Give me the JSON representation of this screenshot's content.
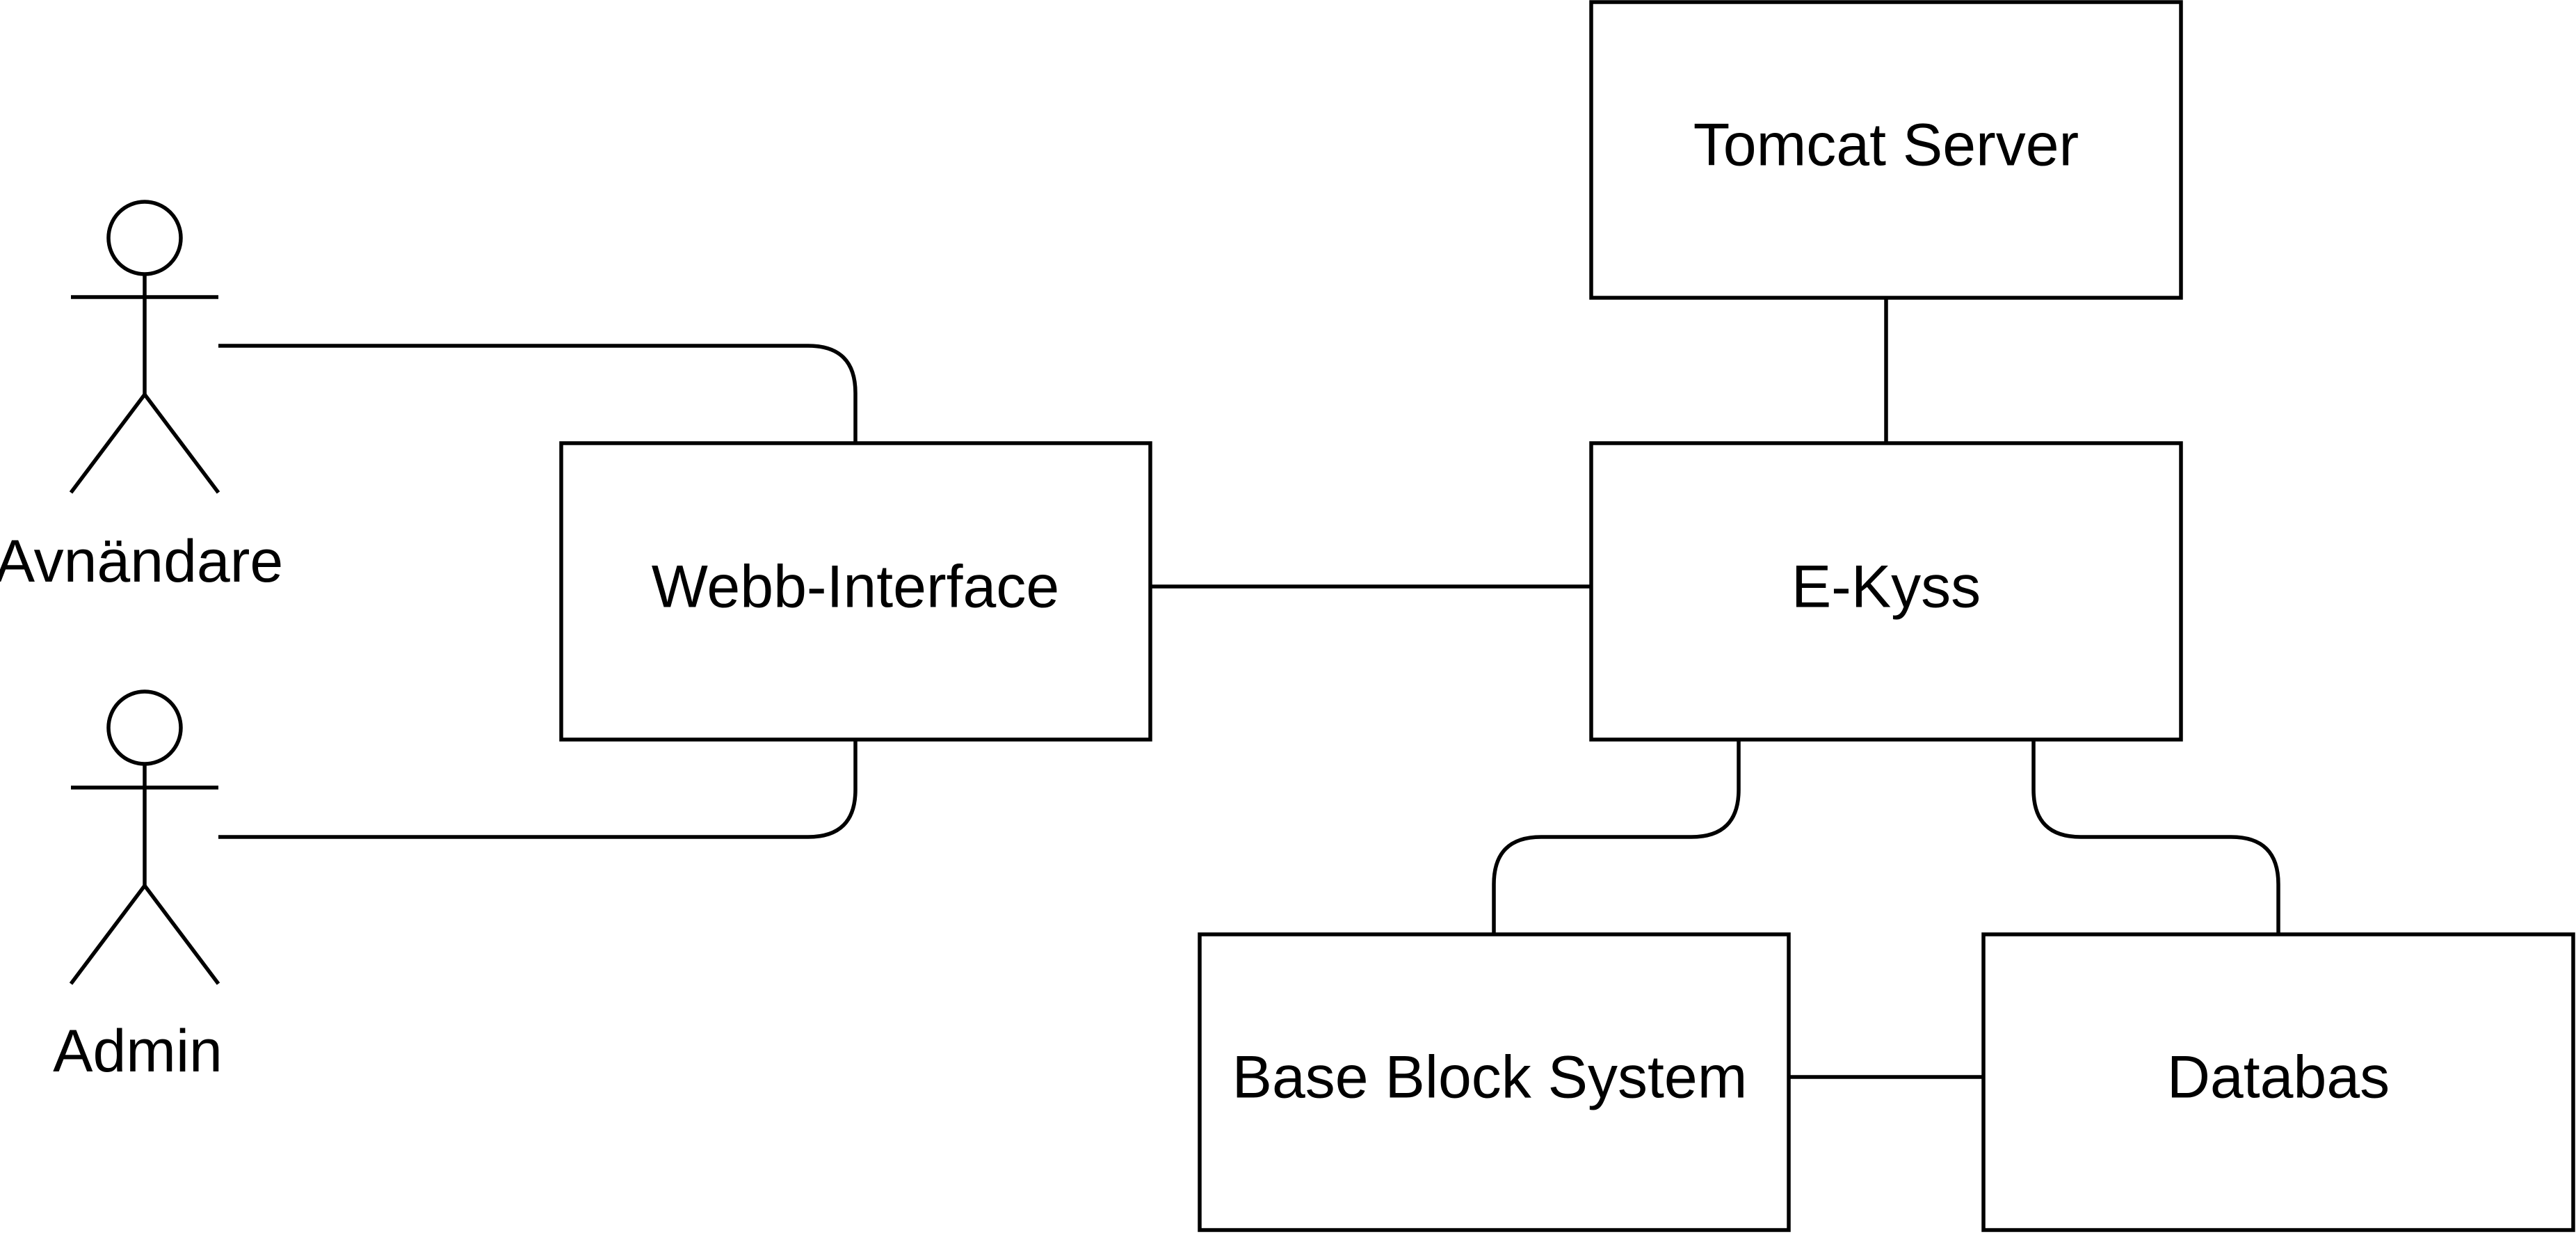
{
  "actors": [
    {
      "id": "avnandare",
      "label": "Avnändare"
    },
    {
      "id": "admin",
      "label": "Admin"
    }
  ],
  "components": [
    {
      "id": "tomcat",
      "label": "Tomcat Server"
    },
    {
      "id": "webb",
      "label": "Webb-Interface"
    },
    {
      "id": "ekyss",
      "label": "E-Kyss"
    },
    {
      "id": "bbs",
      "label": "Base Block System"
    },
    {
      "id": "databas",
      "label": "Databas"
    }
  ],
  "connections": [
    [
      "avnandare",
      "webb"
    ],
    [
      "admin",
      "webb"
    ],
    [
      "webb",
      "ekyss"
    ],
    [
      "tomcat",
      "ekyss"
    ],
    [
      "ekyss",
      "bbs"
    ],
    [
      "ekyss",
      "databas"
    ],
    [
      "bbs",
      "databas"
    ]
  ]
}
